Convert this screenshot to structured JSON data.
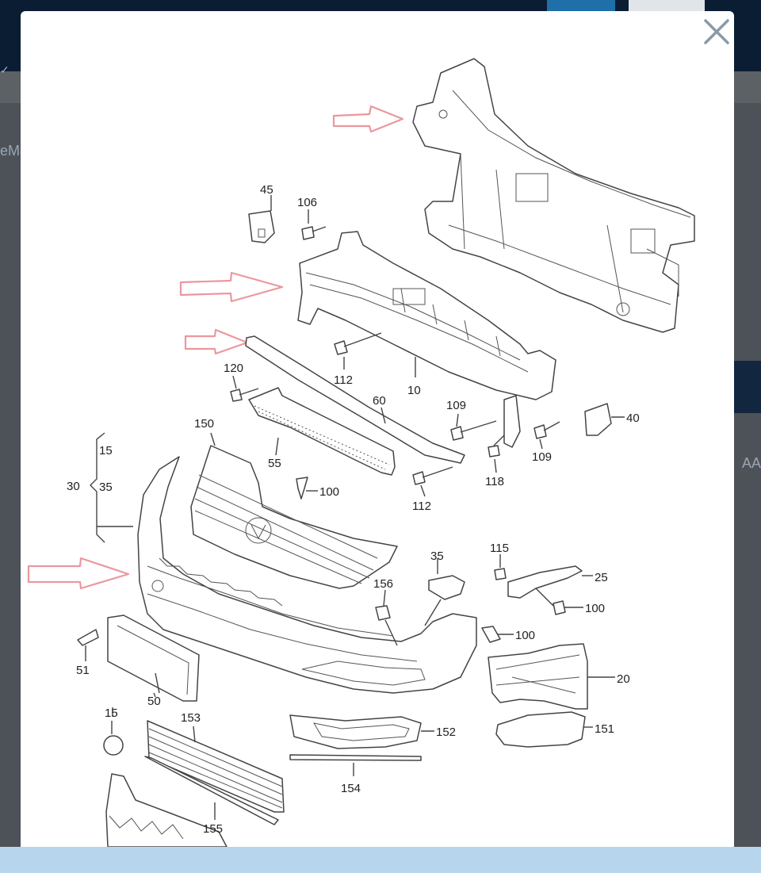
{
  "background": {
    "left_text": "eMa",
    "right_text": "AA"
  },
  "modal": {
    "close_icon": "close-icon"
  },
  "diagram": {
    "labels": [
      {
        "id": "45",
        "text": "45"
      },
      {
        "id": "106",
        "text": "106"
      },
      {
        "id": "112a",
        "text": "112"
      },
      {
        "id": "10",
        "text": "10"
      },
      {
        "id": "120",
        "text": "120"
      },
      {
        "id": "60",
        "text": "60"
      },
      {
        "id": "109a",
        "text": "109"
      },
      {
        "id": "40",
        "text": "40"
      },
      {
        "id": "150",
        "text": "150"
      },
      {
        "id": "55",
        "text": "55"
      },
      {
        "id": "109b",
        "text": "109"
      },
      {
        "id": "118",
        "text": "118"
      },
      {
        "id": "112b",
        "text": "112"
      },
      {
        "id": "15a",
        "text": "15"
      },
      {
        "id": "30",
        "text": "30"
      },
      {
        "id": "35a",
        "text": "35"
      },
      {
        "id": "100a",
        "text": "100"
      },
      {
        "id": "35b",
        "text": "35"
      },
      {
        "id": "115",
        "text": "115"
      },
      {
        "id": "25",
        "text": "25"
      },
      {
        "id": "156",
        "text": "156"
      },
      {
        "id": "100b",
        "text": "100"
      },
      {
        "id": "100c",
        "text": "100"
      },
      {
        "id": "51",
        "text": "51"
      },
      {
        "id": "20",
        "text": "20"
      },
      {
        "id": "50",
        "text": "50"
      },
      {
        "id": "15b",
        "text": "15"
      },
      {
        "id": "153",
        "text": "153"
      },
      {
        "id": "152",
        "text": "152"
      },
      {
        "id": "151",
        "text": "151"
      },
      {
        "id": "154",
        "text": "154"
      },
      {
        "id": "155",
        "text": "155"
      }
    ]
  }
}
